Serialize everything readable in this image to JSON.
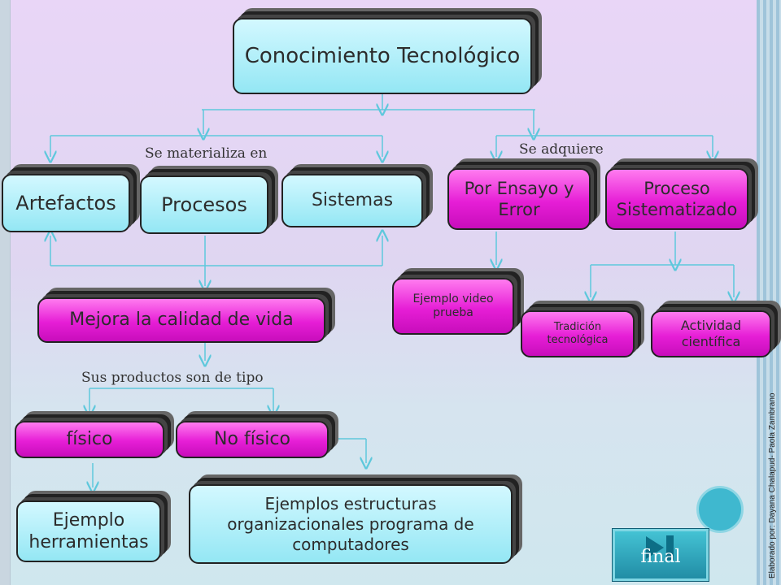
{
  "nodes": {
    "conocimiento": "Conocimiento Tecnológico",
    "artefactos": "Artefactos",
    "procesos": "Procesos",
    "sistemas": "Sistemas",
    "ensayo_error": "Por Ensayo y Error",
    "proceso_sistematizado": "Proceso Sistematizado",
    "mejora": "Mejora la calidad de vida",
    "ejemplo_video": "Ejemplo video prueba",
    "tradicion": "Tradición tecnológica",
    "actividad": "Actividad científica",
    "fisico": "físico",
    "no_fisico": "No físico",
    "ejemplo_herramientas": "Ejemplo herramientas",
    "ejemplos_estructuras": "Ejemplos estructuras organizacionales programa de computadores"
  },
  "labels": {
    "materializa": "Se materializa en",
    "adquiere": "Se adquiere",
    "productos": "Sus productos son de tipo"
  },
  "credit": "Elaborado por: Dayana Chalapud- Paola Zambrano",
  "final_button": "final",
  "colors": {
    "cyan_box": "#94e7f4",
    "magenta_box": "#e61ed6",
    "connector": "#5ec8dc"
  }
}
